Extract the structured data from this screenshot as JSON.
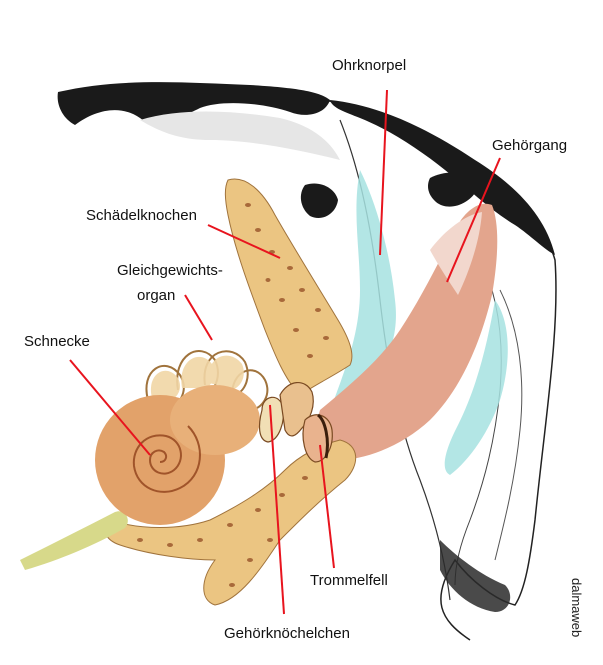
{
  "labels": {
    "ohrknorpel": "Ohrknorpel",
    "gehoergang": "Gehörgang",
    "schaedelknochen": "Schädelknochen",
    "gleichgewichtsorgan_line1": "Gleichgewichts-",
    "gleichgewichtsorgan_line2": "organ",
    "schnecke": "Schnecke",
    "trommelfell": "Trommelfell",
    "gehoerknoechelchen": "Gehörknöchelchen"
  },
  "watermark": "dalmaweb",
  "colors": {
    "leader_line": "#e8141e",
    "bone": "#e9c37e",
    "bone_spots": "#a8693a",
    "cochlea": "#e2a26a",
    "ear_canal": "#e2a18a",
    "cartilage": "#a6e2e0",
    "skin_outline": "#222222",
    "hair_dark": "#1a1a1a",
    "nerve": "#d9d98a"
  }
}
